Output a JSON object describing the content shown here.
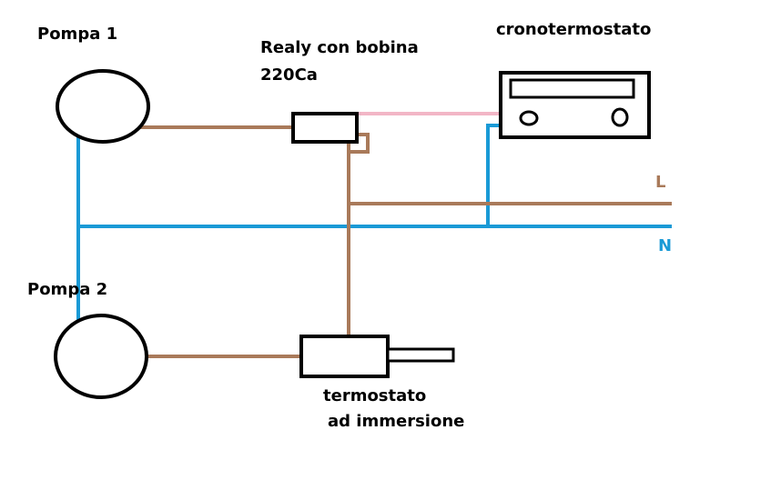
{
  "colors": {
    "live": "#a97a5a",
    "neutral": "#1a9ad6",
    "control": "#f2b6c6",
    "outline": "#000000",
    "background": "#ffffff"
  },
  "labels": {
    "pump1": "Pompa 1",
    "pump2": "Pompa 2",
    "relay_line1": "Realy con bobina",
    "relay_line2": "220Ca",
    "chrono": "cronotermostato",
    "line": "L",
    "neutral": "N",
    "immersion_line1": "termostato",
    "immersion_line2": "ad immersione"
  }
}
